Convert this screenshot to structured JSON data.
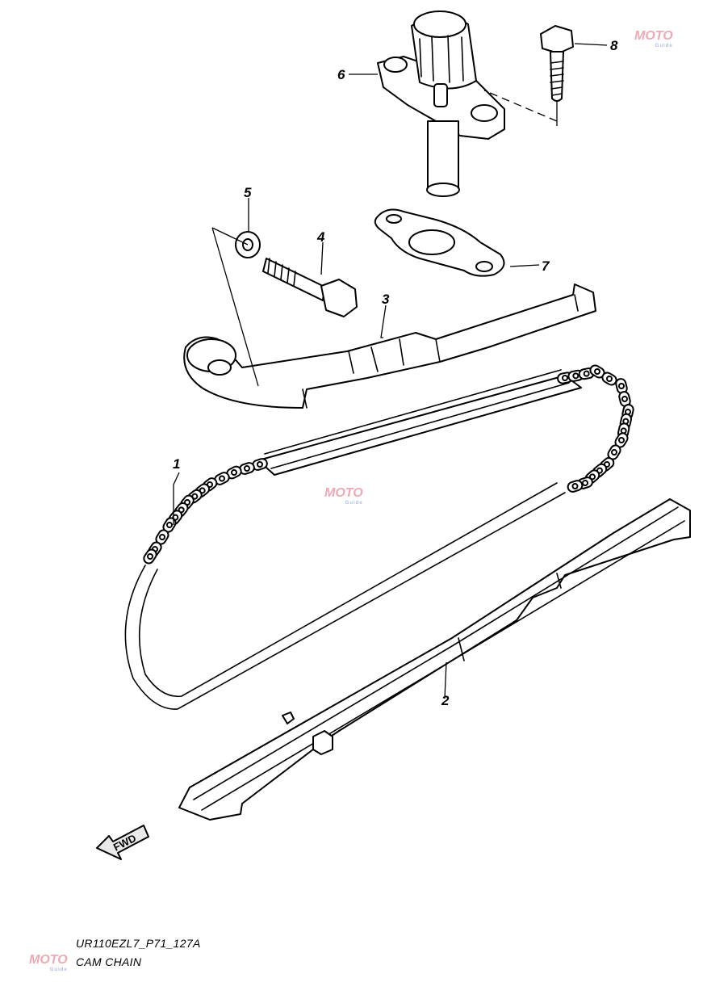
{
  "callouts": [
    {
      "id": "1",
      "text": "1"
    },
    {
      "id": "2",
      "text": "2"
    },
    {
      "id": "3",
      "text": "3"
    },
    {
      "id": "4",
      "text": "4"
    },
    {
      "id": "5",
      "text": "5"
    },
    {
      "id": "6",
      "text": "6"
    },
    {
      "id": "7",
      "text": "7"
    },
    {
      "id": "8",
      "text": "8"
    }
  ],
  "fwd_label": "FWD",
  "caption": {
    "code": "UR110EZL7_P71_127A",
    "title": "CAM CHAIN"
  },
  "watermark": {
    "text": "MOTO",
    "subtext": "Guide"
  },
  "colors": {
    "line": "#000000",
    "background": "#ffffff",
    "watermark": "#d9425a"
  }
}
